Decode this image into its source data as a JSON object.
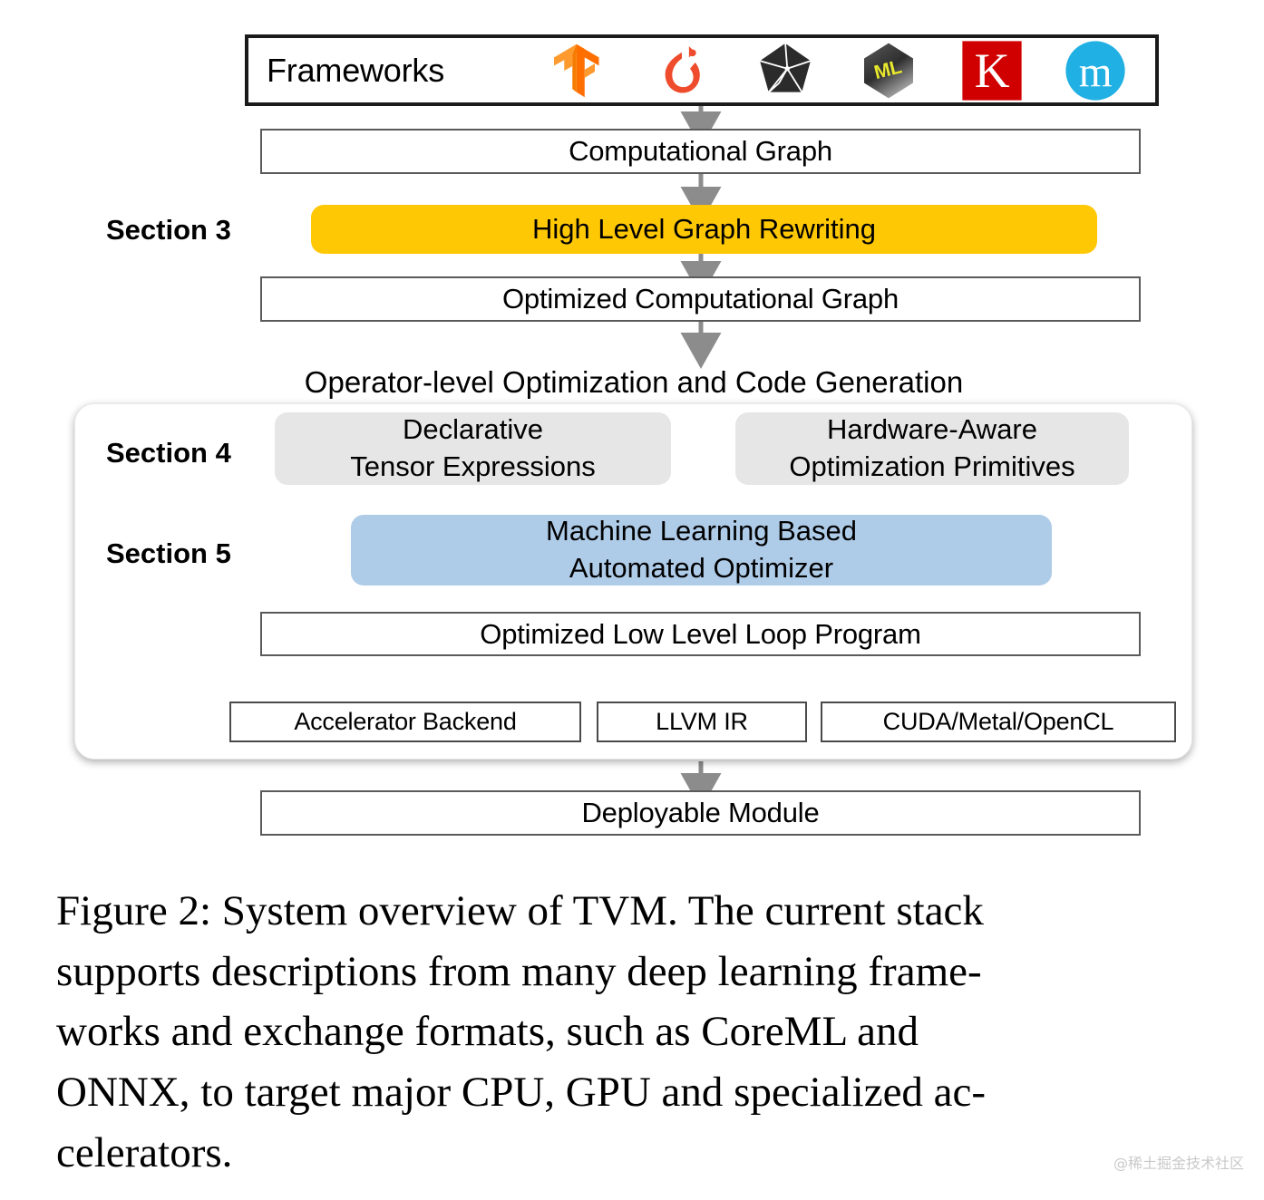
{
  "figure": {
    "frameworks": {
      "label": "Frameworks",
      "logos": [
        {
          "name": "tensorflow-logo",
          "alt": "TensorFlow"
        },
        {
          "name": "pytorch-logo",
          "alt": "PyTorch"
        },
        {
          "name": "onnx-logo",
          "alt": "ONNX"
        },
        {
          "name": "coreml-logo",
          "alt": "CoreML",
          "text": "ML"
        },
        {
          "name": "keras-logo",
          "alt": "Keras",
          "text": "K"
        },
        {
          "name": "mxnet-logo",
          "alt": "MXNet",
          "text": "m"
        }
      ]
    },
    "section_labels": {
      "section3": "Section 3",
      "section4": "Section 4",
      "section5": "Section 5"
    },
    "boxes": {
      "computational_graph": "Computational Graph",
      "high_level_graph_rewriting": "High Level Graph Rewriting",
      "optimized_computational_graph": "Optimized Computational Graph",
      "operator_level_title": "Operator-level Optimization and Code Generation",
      "declarative_tensor_expressions_line1": "Declarative",
      "declarative_tensor_expressions_line2": "Tensor Expressions",
      "hardware_aware_line1": "Hardware-Aware",
      "hardware_aware_line2": "Optimization Primitives",
      "ml_optimizer_line1": "Machine Learning Based",
      "ml_optimizer_line2": "Automated Optimizer",
      "optimized_low_level_loop_program": "Optimized Low Level Loop Program",
      "accelerator_backend": "Accelerator Backend",
      "llvm_ir": "LLVM IR",
      "cuda_metal_opencl": "CUDA/Metal/OpenCL",
      "deployable_module": "Deployable Module"
    },
    "colors": {
      "highlight_yellow": "#FFC805",
      "highlight_blue": "#AECBE8",
      "neutral_gray": "#E6E6E6",
      "arrow_gray": "#8C8C8C",
      "border_gray": "#5A5A5A",
      "keras_red": "#D00000",
      "mxnet_blue": "#20B0E3",
      "tensorflow_orange": "#FF8C24",
      "pytorch_red": "#EE4C2C"
    }
  },
  "caption": {
    "line1": "Figure 2:  System overview of TVM. The current stack",
    "line2": "supports descriptions from many deep learning frame-",
    "line3": "works and exchange formats, such as CoreML and",
    "line4": "ONNX, to target major CPU, GPU and specialized ac-",
    "line5": "celerators."
  },
  "watermark": {
    "text": "@稀土掘金技术社区"
  }
}
